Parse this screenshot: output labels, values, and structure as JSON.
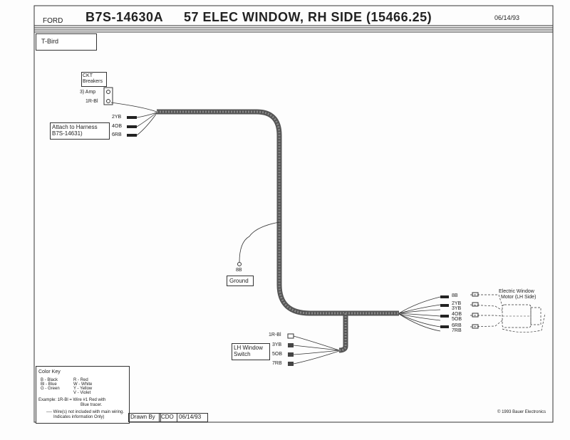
{
  "header": {
    "brand": "FORD",
    "part_number": "B7S-14630A",
    "title": "57 ELEC WINDOW, RH SIDE (15466.25)",
    "date": "06/14/93"
  },
  "model": "T-Bird",
  "circuit_breakers": {
    "title_line1": "CKT",
    "title_line2": "Breakers",
    "amp": "3) Amp",
    "wire": "1R-Bl"
  },
  "harness_attach": {
    "line1": "Attach to Harness",
    "line2": "B7S-14631)",
    "wires": [
      "2YB",
      "4OB",
      "6RB"
    ]
  },
  "ground": {
    "wire": "8B",
    "label": "Ground"
  },
  "switch": {
    "line1": "LH Window",
    "line2": "Switch",
    "wires": [
      "1R-Bl",
      "3YB",
      "5OB",
      "7RB"
    ]
  },
  "motor": {
    "line1": "Electric Window",
    "line2": "Motor (LH Side)",
    "wires": [
      "8B",
      "2YB",
      "3YB",
      "4OB",
      "5OB",
      "6RB",
      "7RB"
    ]
  },
  "color_key": {
    "title": "Color Key",
    "entries": [
      "B - Black",
      "Bl - Blue",
      "G - Green",
      "R - Red",
      "W - White",
      "Y - Yellow",
      "V - Violet"
    ],
    "example_line1": "Example: 1R-Bl = Wire #1 Red with",
    "example_line2": "Blue tracer.",
    "note_line1": "---- Wire(s) not included with main wiring.",
    "note_line2": "Indicates information Only)"
  },
  "title_block": {
    "drawn_by_label": "Drawn By",
    "drawn_by": "CDO",
    "date": "06/14/93"
  },
  "copyright": "© 1993 Bauer Electronics"
}
